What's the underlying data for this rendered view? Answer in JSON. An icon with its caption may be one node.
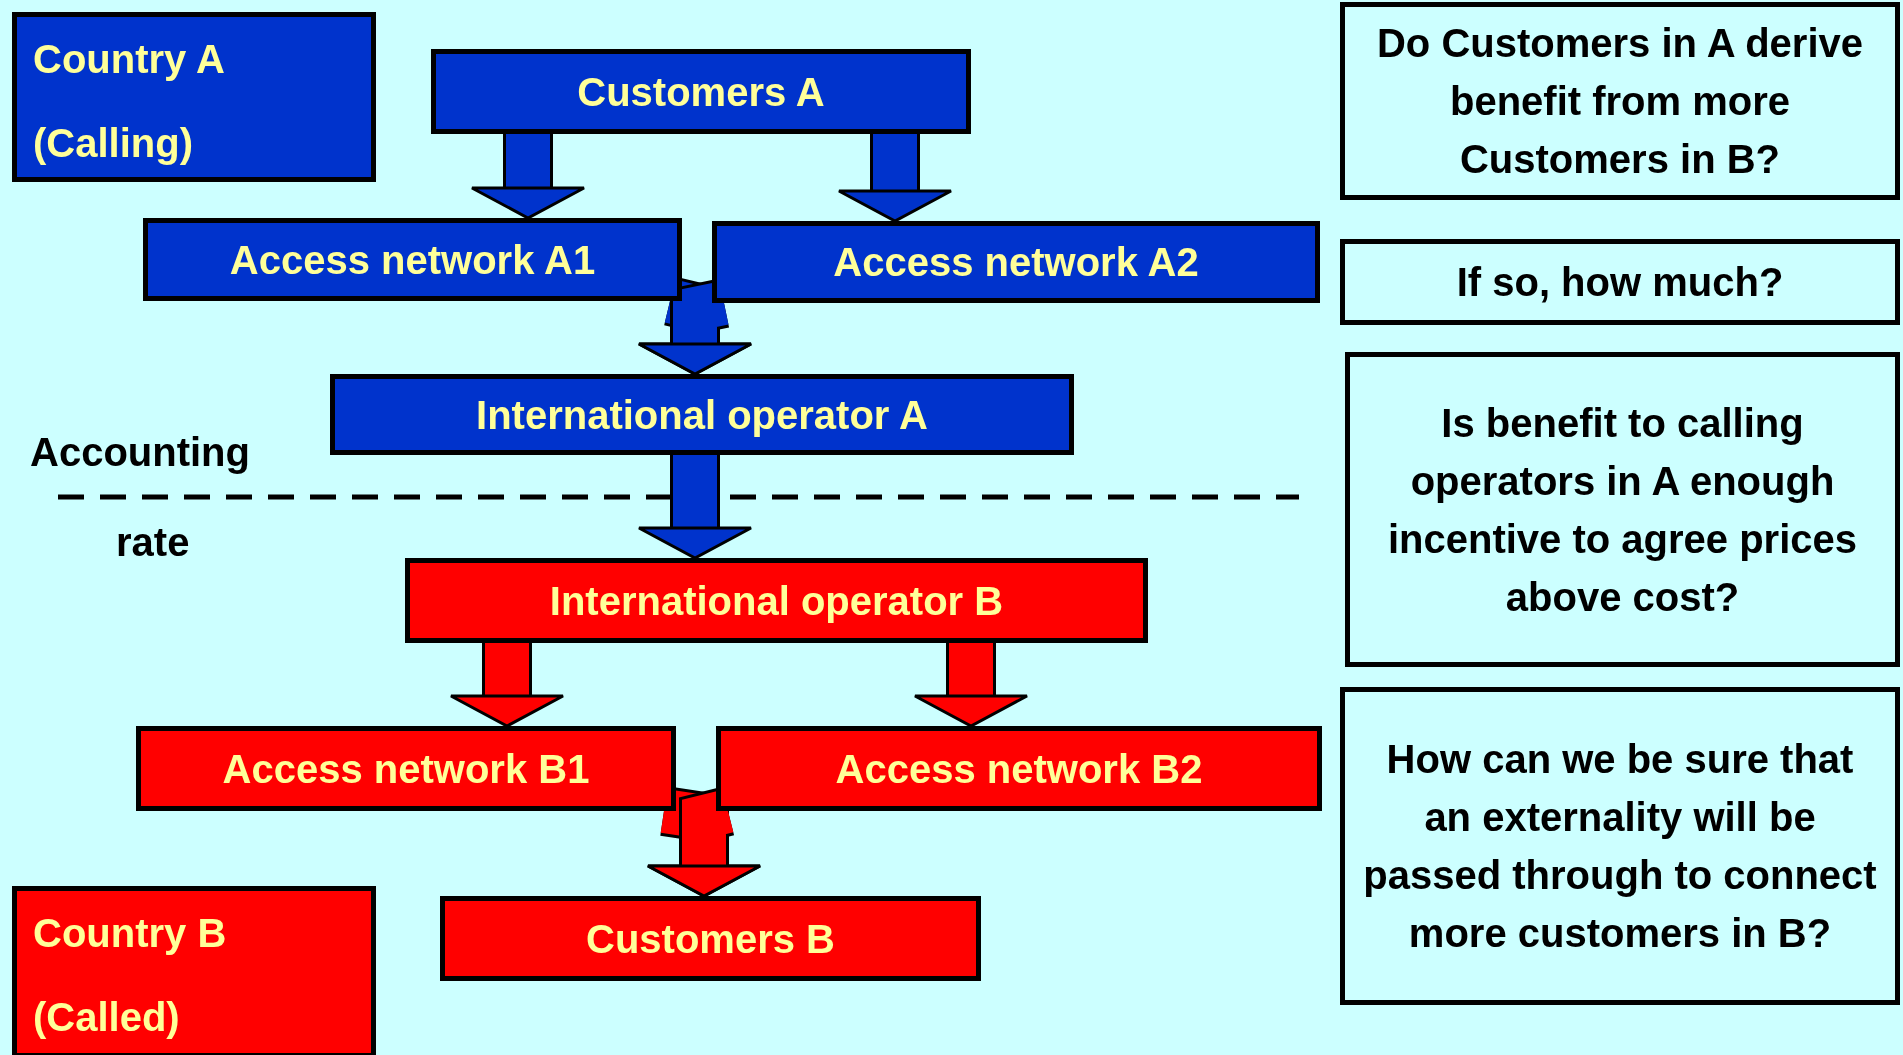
{
  "diagram": {
    "nodes": [
      {
        "text": [
          "Country A (Calling)"
        ]
      },
      {
        "text": [
          "Customers A"
        ]
      },
      {
        "text": [
          "Access network A1"
        ]
      },
      {
        "text": [
          "Access network A2"
        ]
      },
      {
        "text": [
          "International operator A"
        ]
      },
      {
        "text": [
          "International operator B"
        ]
      },
      {
        "text": [
          "Access network B1"
        ]
      },
      {
        "text": [
          "Access network B2"
        ]
      },
      {
        "text": [
          "Customers B"
        ]
      },
      {
        "text": [
          "Country B (Called)"
        ]
      },
      {
        "text": [
          "Do Customers in A derive benefit from more Customers in B?"
        ]
      },
      {
        "text": [
          "If so, how much?"
        ]
      },
      {
        "text": [
          "Is benefit to calling operators in A enough incentive to agree prices above cost?"
        ]
      },
      {
        "text": [
          "How can we be sure that an externality will be passed through to connect more customers in B?"
        ]
      }
    ],
    "edges": [
      {
        "from": 1,
        "to": 2,
        "arrow": "to"
      },
      {
        "from": 1,
        "to": 3,
        "arrow": "to"
      },
      {
        "from": 2,
        "to": 4,
        "arrow": "to"
      },
      {
        "from": 3,
        "to": 4,
        "arrow": "to"
      },
      {
        "from": 4,
        "to": 5,
        "arrow": "to"
      },
      {
        "from": 5,
        "to": 6,
        "arrow": "to",
        "color": "#ff0000"
      },
      {
        "from": 5,
        "to": 7,
        "arrow": "to",
        "color": "#ff0000"
      },
      {
        "from": 6,
        "to": 8,
        "arrow": "to",
        "color": "#ff0000"
      },
      {
        "from": 7,
        "to": 8,
        "arrow": "to",
        "color": "#ff0000"
      }
    ],
    "labels": [
      "Accounting",
      "rate"
    ]
  }
}
